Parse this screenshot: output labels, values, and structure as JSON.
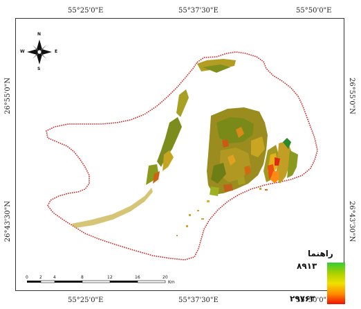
{
  "coords": {
    "top": [
      "55°25'0\"E",
      "55°37'30\"E",
      "55°50'0\"E"
    ],
    "bottom": [
      "55°25'0\"E",
      "55°37'30\"E",
      "55°50'0\"E"
    ],
    "left": [
      "26°55'0\"N",
      "26°43'30\"N"
    ],
    "right": [
      "26°55'0\"N",
      "26°43'30\"N"
    ]
  },
  "legend": {
    "title": "راهنما",
    "high": "۸۹۱۳",
    "low": "۲۹۷۶۳",
    "high_color": "#33cc33",
    "low_color": "#ee1100"
  },
  "scale_bar": {
    "ticks": [
      "0",
      "2",
      "4",
      "8",
      "12",
      "16",
      "20"
    ],
    "unit": "Km"
  },
  "north_arrow": {
    "icon": "compass-rose-icon",
    "labels": {
      "n": "N",
      "s": "S",
      "e": "E",
      "w": "W"
    }
  },
  "boundary_color": "#cc2222"
}
